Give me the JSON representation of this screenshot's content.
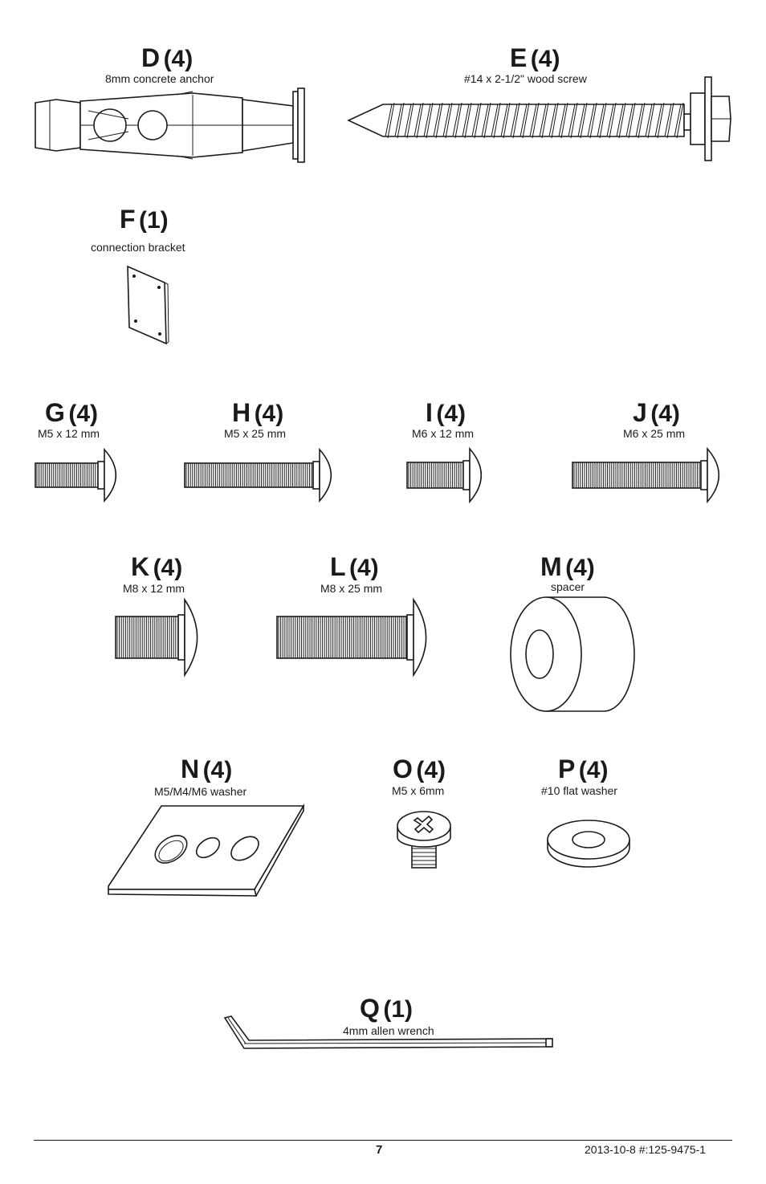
{
  "parts": {
    "D": {
      "letter": "D",
      "qty": "(4)",
      "desc": "8mm concrete anchor"
    },
    "E": {
      "letter": "E",
      "qty": "(4)",
      "desc": "#14 x 2-1/2\" wood screw"
    },
    "F": {
      "letter": "F",
      "qty": "(1)",
      "desc": "connection bracket"
    },
    "G": {
      "letter": "G",
      "qty": "(4)",
      "desc": "M5 x 12 mm"
    },
    "H": {
      "letter": "H",
      "qty": "(4)",
      "desc": "M5 x 25 mm"
    },
    "I": {
      "letter": "I",
      "qty": "(4)",
      "desc": "M6 x 12 mm"
    },
    "J": {
      "letter": "J",
      "qty": "(4)",
      "desc": "M6 x 25 mm"
    },
    "K": {
      "letter": "K",
      "qty": "(4)",
      "desc": "M8 x 12 mm"
    },
    "L": {
      "letter": "L",
      "qty": "(4)",
      "desc": "M8 x 25 mm"
    },
    "M": {
      "letter": "M",
      "qty": "(4)",
      "desc": "spacer"
    },
    "N": {
      "letter": "N",
      "qty": "(4)",
      "desc": "M5/M4/M6 washer"
    },
    "O": {
      "letter": "O",
      "qty": "(4)",
      "desc": "M5 x 6mm"
    },
    "P": {
      "letter": "P",
      "qty": "(4)",
      "desc": "#10 flat washer"
    },
    "Q": {
      "letter": "Q",
      "qty": "(1)",
      "desc": "4mm allen wrench"
    }
  },
  "footer": {
    "page_number": "7",
    "doc_code": "2013-10-8  #:125-9475-1"
  },
  "icons": [
    "concrete-anchor-icon",
    "wood-screw-icon",
    "bracket-icon",
    "bolt-icon",
    "spacer-icon",
    "washer-plate-icon",
    "phillips-screw-icon",
    "flat-washer-icon",
    "allen-wrench-icon"
  ]
}
